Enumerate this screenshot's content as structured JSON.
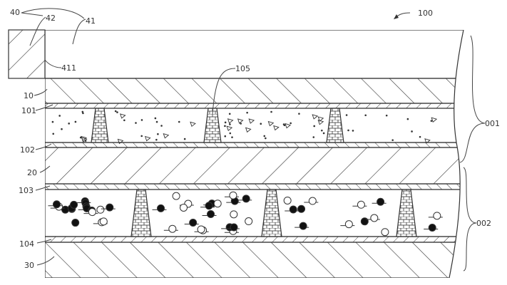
{
  "labels": {
    "device": "100",
    "part_40": "40",
    "part_41": "41",
    "part_42": "42",
    "edge_411": "411",
    "layer_10": "10",
    "layer_101": "101",
    "layer_102": "102",
    "spacer_105": "105",
    "layer_20": "20",
    "layer_103": "103",
    "layer_104": "104",
    "layer_30": "30",
    "group_001": "001",
    "group_002": "002"
  },
  "colors": {
    "line": "#333333",
    "background": "#ffffff"
  }
}
